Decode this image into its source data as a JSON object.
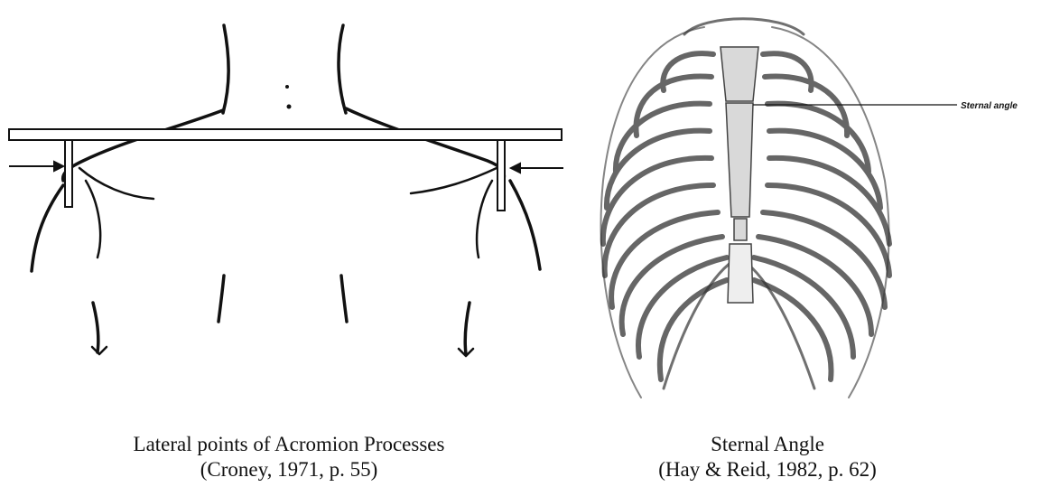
{
  "left_figure": {
    "caption_line1": "Lateral points of Acromion Processes",
    "caption_line2": "(Croney, 1971, p. 55)"
  },
  "right_figure": {
    "callout_label": "Sternal angle",
    "caption_line1": "Sternal Angle",
    "caption_line2": "(Hay & Reid, 1982, p. 62)"
  }
}
